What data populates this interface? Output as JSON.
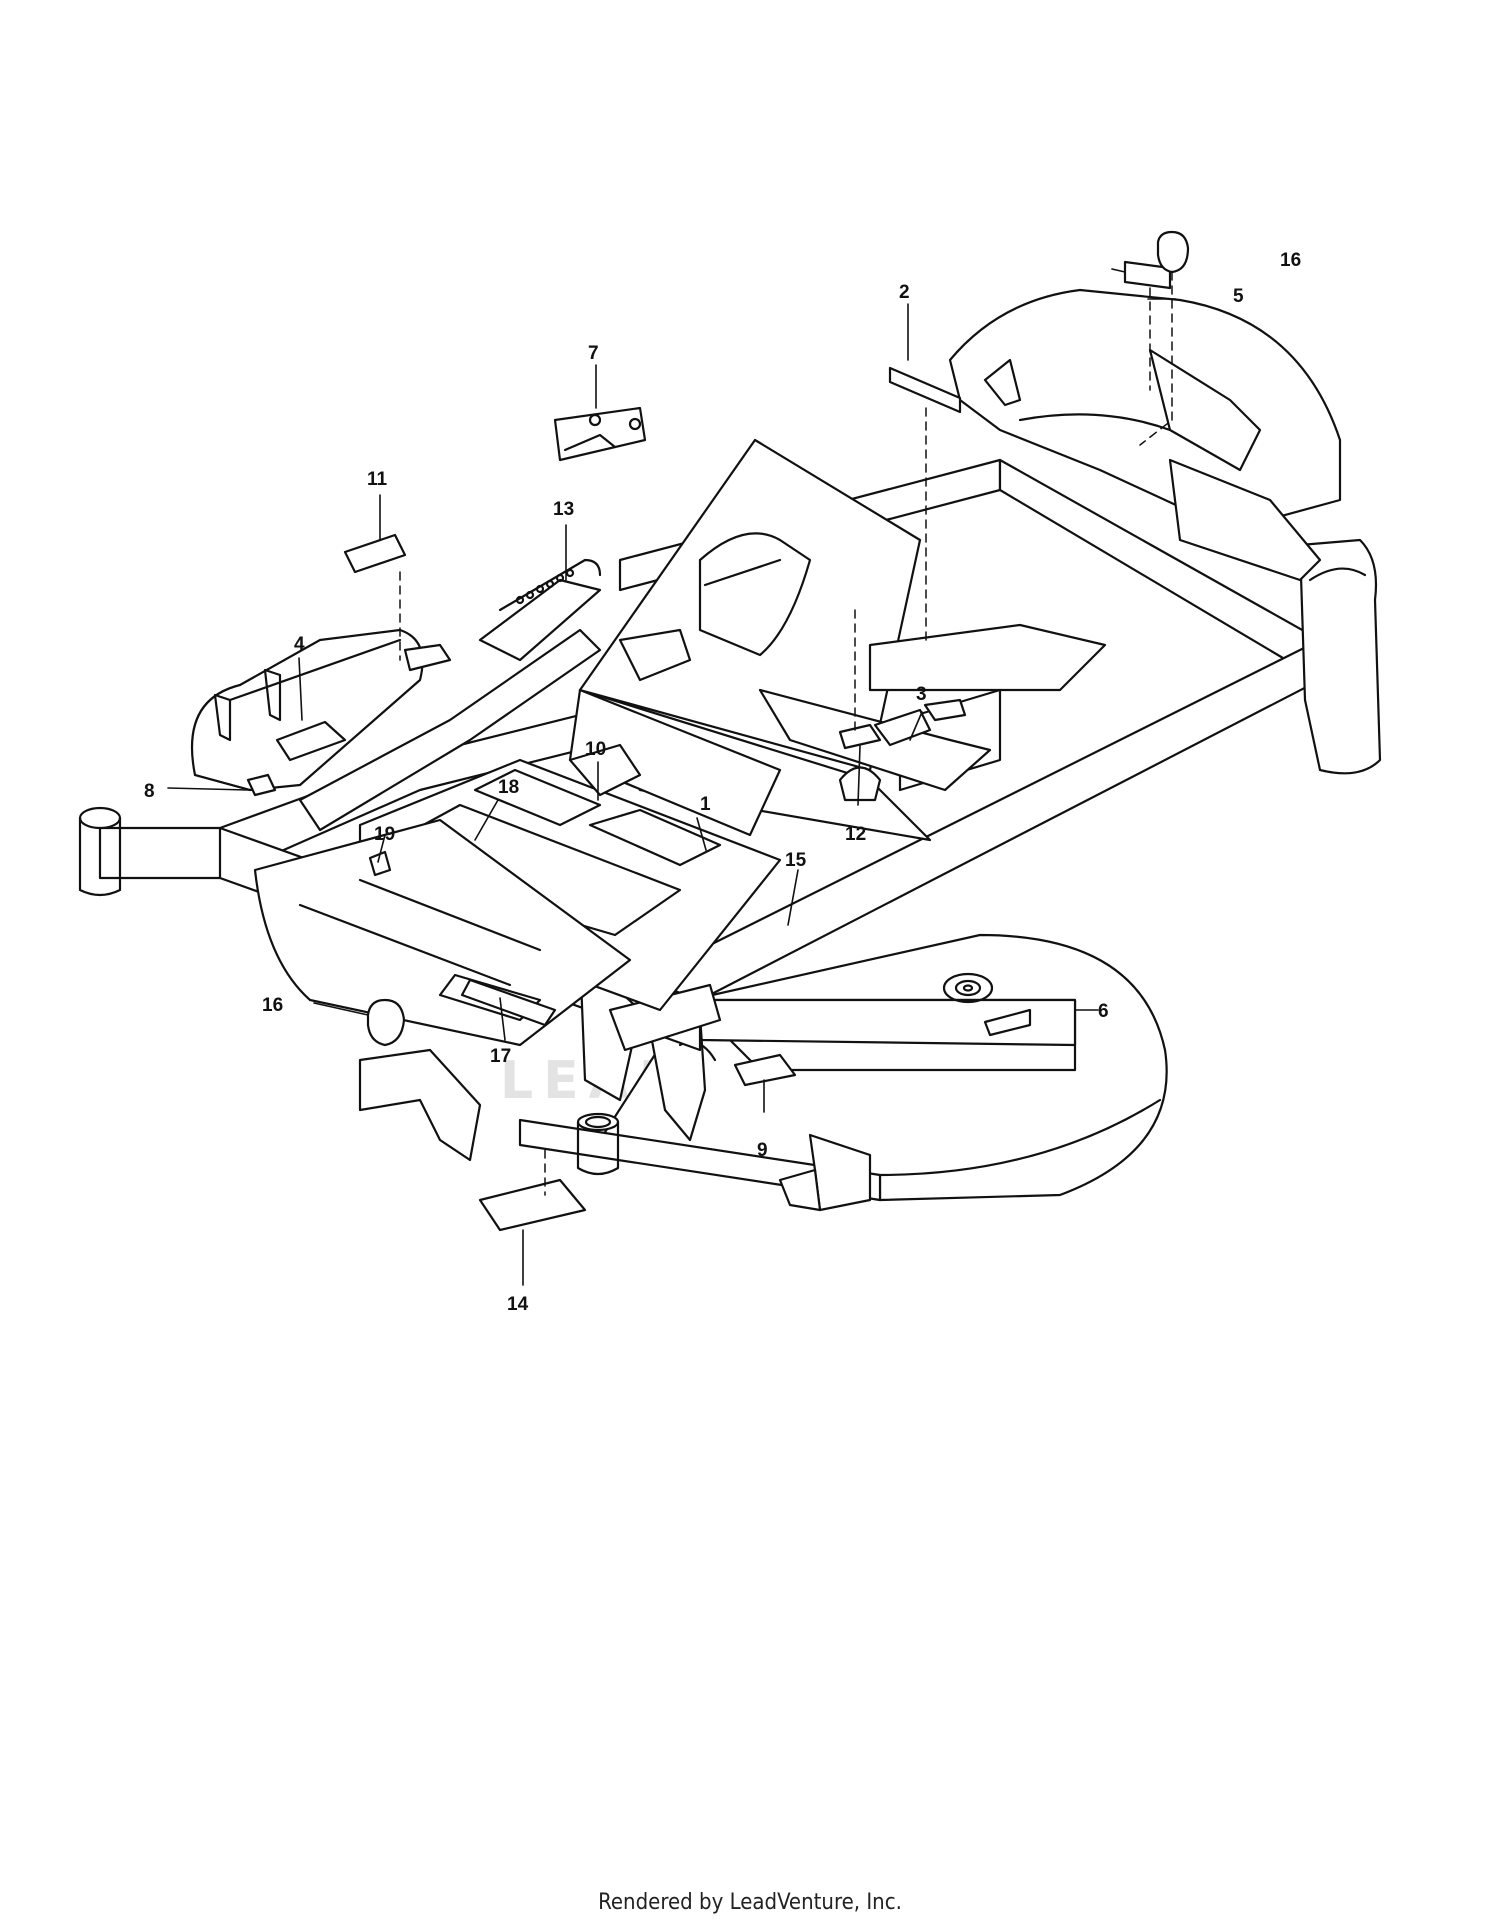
{
  "diagram": {
    "callouts": [
      "1",
      "2",
      "3",
      "4",
      "5",
      "6",
      "7",
      "8",
      "9",
      "10",
      "11",
      "12",
      "13",
      "14",
      "15",
      "16",
      "16",
      "17",
      "18",
      "19"
    ]
  },
  "watermark": "LEADVENTURE",
  "footer": "Rendered by LeadVenture, Inc."
}
